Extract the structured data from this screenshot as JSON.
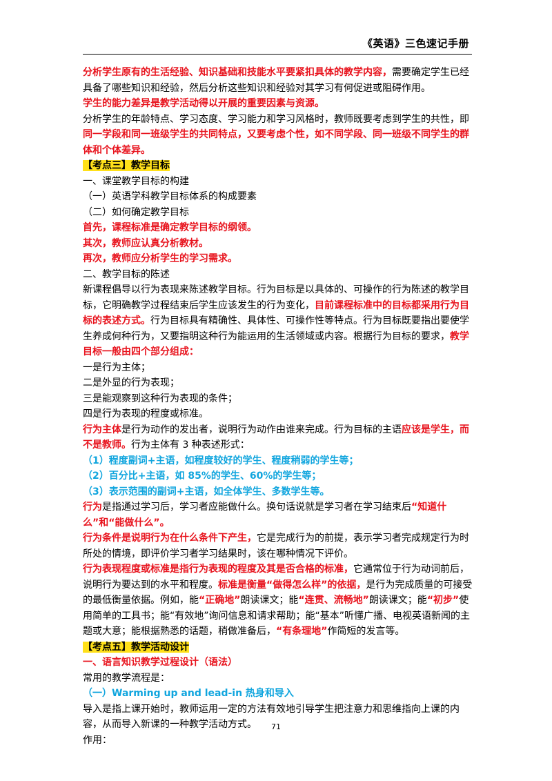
{
  "header": {
    "title": "《英语》三色速记手册"
  },
  "page_number": "71",
  "colors": {
    "red": "#e8141e",
    "blue": "#10a5de",
    "highlight": "#ffe01a"
  },
  "lines": [
    {
      "type": "mixed",
      "name": "para-experience",
      "spans": [
        {
          "t": "分析学生原有的生活经验、知识基础和技能水平要紧扣具体的教学内容，",
          "s": "red"
        },
        {
          "t": "需要确定学生已经具备了哪些知识和经验，然后分析这些知识和经验对其学习有何促进或阻碍作用。",
          "s": ""
        }
      ]
    },
    {
      "type": "mixed",
      "name": "para-ability",
      "spans": [
        {
          "t": "学生的能力差异是教学活动得以开展的重要因素与资源。",
          "s": "red"
        }
      ]
    },
    {
      "type": "mixed",
      "name": "para-characteristics",
      "spans": [
        {
          "t": "分析学生的年龄特点、学习态度、学习能力和学习风格时，教师既要考虑到学生的共性，即",
          "s": ""
        },
        {
          "t": "同一学段和同一班级学生的共同特点，又要考虑个性，如不同学段、同一班级不同学生的群体和个体差异。",
          "s": "red"
        }
      ]
    },
    {
      "type": "mixed",
      "name": "heading-kaodian-3",
      "spans": [
        {
          "t": "【考点三】教学目标",
          "s": "hl"
        }
      ]
    },
    {
      "type": "mixed",
      "name": "subheading-construction",
      "spans": [
        {
          "t": "一、课堂教学目标的构建",
          "s": ""
        }
      ]
    },
    {
      "type": "mixed",
      "name": "item-system",
      "spans": [
        {
          "t": "（一）英语学科教学目标体系的构成要素",
          "s": ""
        }
      ]
    },
    {
      "type": "mixed",
      "name": "item-determine",
      "spans": [
        {
          "t": "（二）如何确定教学目标",
          "s": ""
        }
      ]
    },
    {
      "type": "mixed",
      "name": "step-first",
      "spans": [
        {
          "t": "首先，课程标准是确定教学目标的纲领。",
          "s": "red"
        }
      ]
    },
    {
      "type": "mixed",
      "name": "step-second",
      "spans": [
        {
          "t": "其次，教师应认真分析教材。",
          "s": "red"
        }
      ]
    },
    {
      "type": "mixed",
      "name": "step-third",
      "spans": [
        {
          "t": "再次，教师应分析学生的学习需求。",
          "s": "red"
        }
      ]
    },
    {
      "type": "mixed",
      "name": "subheading-statement",
      "spans": [
        {
          "t": "二、教学目标的陈述",
          "s": ""
        }
      ]
    },
    {
      "type": "mixed",
      "name": "para-behavior-goal",
      "spans": [
        {
          "t": "新课程倡导以行为表现来陈述教学目标。行为目标是以具体的、可操作的行为陈述的教学目标，它明确教学过程结束后学生应该发生的行为变化，",
          "s": ""
        },
        {
          "t": "目前课程标准中的目标都采用行为目标的表述方式。",
          "s": "red"
        },
        {
          "t": "行为目标具有精确性、具体性、可操作性等特点。行为目标既要指出要使学生养成何种行为，又要指明这种行为能运用的生活领域或内容。根据行为目标的要求，",
          "s": ""
        },
        {
          "t": "教学目标一般由四个部分组成：",
          "s": "red"
        }
      ]
    },
    {
      "type": "mixed",
      "name": "part-1",
      "spans": [
        {
          "t": "一是行为主体；",
          "s": ""
        }
      ]
    },
    {
      "type": "mixed",
      "name": "part-2",
      "spans": [
        {
          "t": "二是外显的行为表现；",
          "s": ""
        }
      ]
    },
    {
      "type": "mixed",
      "name": "part-3",
      "spans": [
        {
          "t": "三是能观察到这种行为表现的条件；",
          "s": ""
        }
      ]
    },
    {
      "type": "mixed",
      "name": "part-4",
      "spans": [
        {
          "t": "四是行为表现的程度或标准。",
          "s": ""
        }
      ]
    },
    {
      "type": "mixed",
      "name": "para-subject",
      "spans": [
        {
          "t": "行为主体",
          "s": "red"
        },
        {
          "t": "是行为动作的发出者，说明行为动作由谁来完成。行为目标的主语",
          "s": ""
        },
        {
          "t": "应该是学生，而不是教师。",
          "s": "red"
        },
        {
          "t": "行为主体有 3 种表述形式：",
          "s": ""
        }
      ]
    },
    {
      "type": "mixed",
      "name": "form-1",
      "spans": [
        {
          "t": "（1）程度副词+主语，如程度较好的学生、程度稍弱的学生等；",
          "s": "blue"
        }
      ]
    },
    {
      "type": "mixed",
      "name": "form-2",
      "spans": [
        {
          "t": "（2）百分比+主语，如 85%的学生、60%的学生等；",
          "s": "blue"
        }
      ]
    },
    {
      "type": "mixed",
      "name": "form-3",
      "spans": [
        {
          "t": "（3）表示范围的副词+主语，如全体学生、多数学生等。",
          "s": "blue"
        }
      ]
    },
    {
      "type": "mixed",
      "name": "para-behavior",
      "spans": [
        {
          "t": "行为",
          "s": "red"
        },
        {
          "t": "是指通过学习后，学习者应能做什么。换句话说就是学习者在学习结束后",
          "s": ""
        },
        {
          "t": "“知道什么”和“能做什么”。",
          "s": "red"
        }
      ]
    },
    {
      "type": "mixed",
      "name": "para-condition",
      "spans": [
        {
          "t": "行为条件是说明行为在什么条件下产生，",
          "s": "red"
        },
        {
          "t": "它是完成行为的前提，表示学习者完成规定行为时所处的情境，即评价学习者学习结果时，该在哪种情况下评价。",
          "s": ""
        }
      ]
    },
    {
      "type": "mixed",
      "name": "para-degree",
      "spans": [
        {
          "t": "行为表现程度或标准是指行为表现的程度及其是否合格的标准，",
          "s": "red"
        },
        {
          "t": "它通常位于行为动词前后，说明行为要达到的水平和程度。",
          "s": ""
        },
        {
          "t": "标准是衡量“做得怎么样”的依据，",
          "s": "red"
        },
        {
          "t": "是行为完成质量的可接受的最低衡量依据。例如，能",
          "s": ""
        },
        {
          "t": "“正确地”",
          "s": "red"
        },
        {
          "t": "朗读课文；能",
          "s": ""
        },
        {
          "t": "“连贯、流畅地”",
          "s": "red"
        },
        {
          "t": "朗读课文；能",
          "s": ""
        },
        {
          "t": "“初步”",
          "s": "red"
        },
        {
          "t": "使用简单的工具书；能“有效地”询问信息和请求帮助；能“基本”听懂广播、电视英语新闻的主题或大意；能根据熟悉的话题，稍做准备后，",
          "s": ""
        },
        {
          "t": "“有条理地”",
          "s": "red"
        },
        {
          "t": "作简短的发言等。",
          "s": ""
        }
      ]
    },
    {
      "type": "mixed",
      "name": "heading-kaodian-5",
      "spans": [
        {
          "t": "【考点五】教学活动设计",
          "s": "hl"
        }
      ]
    },
    {
      "type": "mixed",
      "name": "subheading-grammar",
      "spans": [
        {
          "t": "一、语言知识教学过程设计（语法）",
          "s": "red"
        }
      ]
    },
    {
      "type": "mixed",
      "name": "line-flow",
      "spans": [
        {
          "t": "常用的教学流程是：",
          "s": ""
        }
      ]
    },
    {
      "type": "mixed",
      "name": "item-warming-up",
      "spans": [
        {
          "t": "（一）Warming up and lead-in 热身和导入",
          "s": "blue"
        }
      ]
    },
    {
      "type": "mixed",
      "name": "para-leadin",
      "spans": [
        {
          "t": "导入是指上课开始时，教师运用一定的方法有效地引导学生把注意力和思维指向上课的内容，从而导入新课的一种教学活动方式。",
          "s": ""
        }
      ]
    },
    {
      "type": "mixed",
      "name": "line-function",
      "spans": [
        {
          "t": "作用：",
          "s": ""
        }
      ]
    }
  ]
}
